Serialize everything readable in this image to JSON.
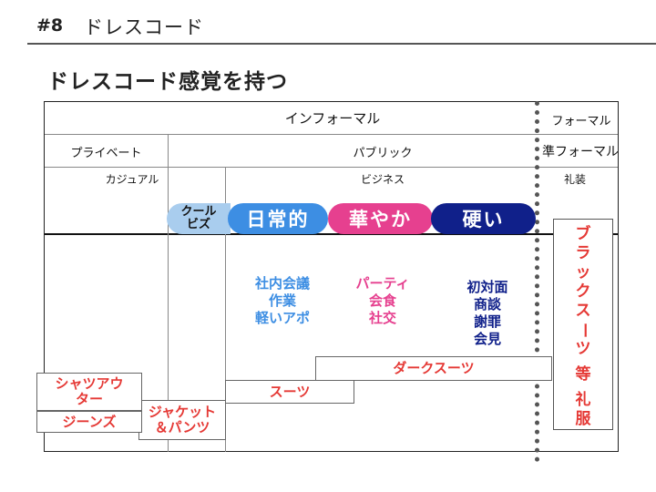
{
  "header": {
    "slide_number": "#8",
    "section_title": "ドレスコード",
    "page_title": "ドレスコード感覚を持つ"
  },
  "table": {
    "row1": {
      "informal": "インフォーマル",
      "formal": "フォーマル"
    },
    "row2": {
      "private": "プライベート",
      "public": "パブリック",
      "semi_formal": "準フォーマル"
    },
    "row3": {
      "casual": "カジュアル",
      "business": "ビジネス",
      "ceremonial": "礼装"
    }
  },
  "scale": {
    "cool_biz_line1": "クール",
    "cool_biz_line2": "ビズ",
    "daily": "日常的",
    "gorgeous": "華やか",
    "hard": "硬い"
  },
  "examples": {
    "daily": [
      "社内会議",
      "作業",
      "軽いアポ"
    ],
    "gorgeous": [
      "パーティ",
      "会食",
      "社交"
    ],
    "hard": [
      "初対面",
      "商談",
      "謝罪",
      "会見"
    ]
  },
  "attire": {
    "dark_suit": "ダークスーツ",
    "suit": "スーツ",
    "jacket_line1": "ジャケット",
    "jacket_line2": "＆パンツ",
    "shirt_outer_line1": "シャツアウ",
    "shirt_outer_line2": "ター",
    "jeans": "ジーンズ",
    "black_suit_chars": [
      "ブ",
      "ラ",
      "ッ",
      "ク",
      "ス",
      "ー",
      "ツ"
    ],
    "etc": "等",
    "formal_wear_chars": [
      "礼",
      "服"
    ]
  },
  "colors": {
    "cool_biz": "#a9cdee",
    "daily": "#3d8ee3",
    "gorgeous": "#e6408f",
    "hard": "#10208a",
    "attire_text": "#e53935"
  }
}
